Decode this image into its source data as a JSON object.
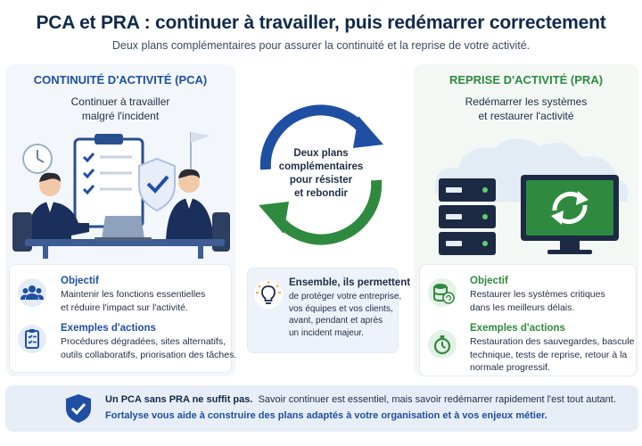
{
  "header": {
    "title": "PCA et PRA : continuer à travailler, puis redémarrer correctement",
    "subtitle": "Deux plans complémentaires pour assurer la continuité et la reprise de votre activité."
  },
  "pca": {
    "title": "CONTINUITÉ D'ACTIVITÉ (PCA)",
    "subtitle_line1": "Continuer à travailler",
    "subtitle_line2": "malgré l'incident",
    "objective_title": "Objectif",
    "objective_line1": "Maintenir les fonctions essentielles",
    "objective_line2": "et réduire l'impact sur l'activité.",
    "examples_title": "Exemples d'actions",
    "examples_line1": "Procédures dégradées, sites alternatifs,",
    "examples_line2": "outils collaboratifs, priorisation des tâches."
  },
  "center": {
    "cycle_line1": "Deux plans",
    "cycle_line2": "complémentaires",
    "cycle_line3": "pour résister",
    "cycle_line4": "et rebondir",
    "together_title": "Ensemble, ils permettent",
    "together_line1": "de protéger votre entreprise,",
    "together_line2": "vos équipes et vos clients,",
    "together_line3": "avant, pendant et après",
    "together_line4": "un incident majeur."
  },
  "pra": {
    "title": "REPRISE D'ACTIVITÉ (PRA)",
    "subtitle_line1": "Redémarrer les systèmes",
    "subtitle_line2": "et restaurer l'activité",
    "objective_title": "Objectif",
    "objective_line1": "Restaurer les systèmes critiques",
    "objective_line2": "dans les meilleurs délais.",
    "examples_title": "Exemples d'actions",
    "examples_line1": "Restauration des sauvegardes, bascule",
    "examples_line2": "technique, tests de reprise, retour à la",
    "examples_line3": "normale progressif."
  },
  "banner": {
    "bold": "Un PCA sans PRA ne suffit pas.",
    "text": "Savoir continuer est essentiel, mais savoir redémarrer rapidement l'est tout autant.",
    "cta": "Fortalyse vous aide à construire des plans adaptés à votre organisation et à vos enjeux métier."
  },
  "icons": {
    "pca_illustration": "team-meeting-illustration",
    "pra_illustration": "server-restore-illustration",
    "cycle": "cycle-arrows-icon",
    "team": "team-icon",
    "checklist": "checklist-icon",
    "bulb": "lightbulb-icon",
    "database": "database-restore-icon",
    "stopwatch": "stopwatch-icon",
    "shield": "shield-check-icon"
  },
  "colors": {
    "primary_blue": "#1f4fa3",
    "primary_green": "#2f8a3f",
    "dark_navy": "#102a4c"
  }
}
